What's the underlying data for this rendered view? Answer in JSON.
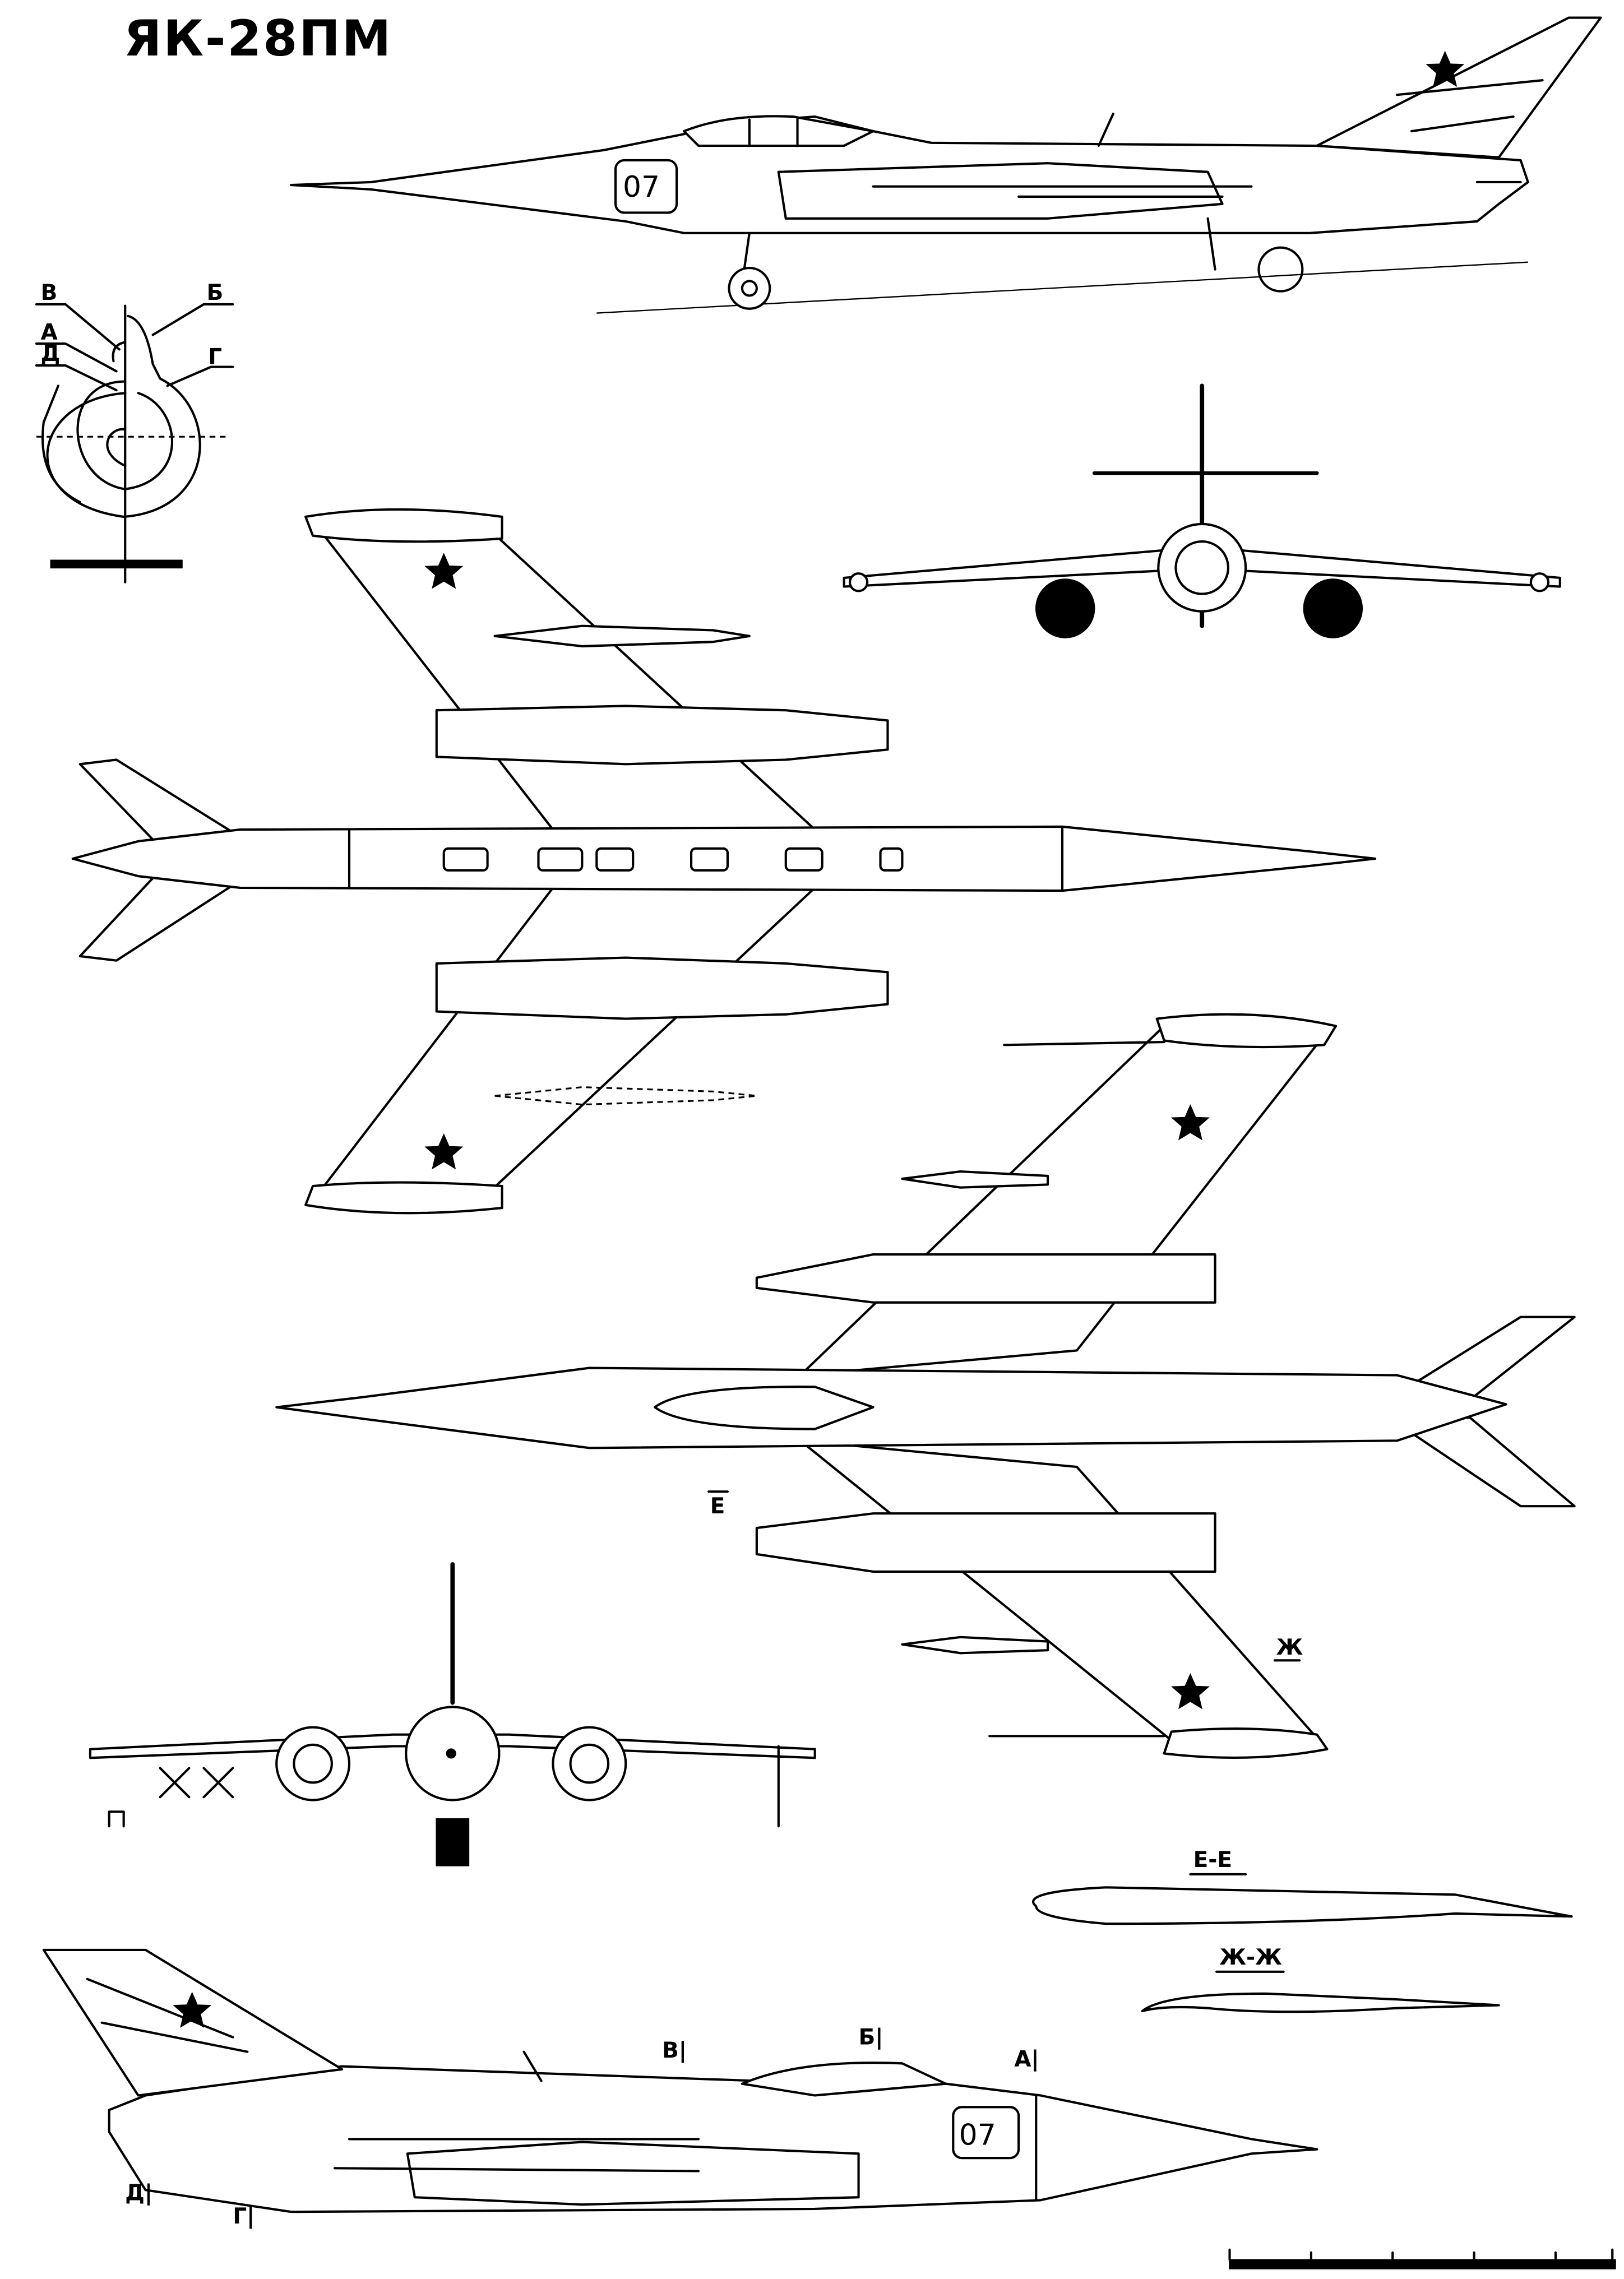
{
  "title": "ЯК-28ПМ",
  "aircraft_number": "07",
  "cross_section_labels": {
    "v": "В",
    "b": "Б",
    "a": "А",
    "d": "Д",
    "g": "Г"
  },
  "side_view_station_labels": {
    "v": "В|",
    "b": "Б|",
    "a": "А|",
    "d": "Д|",
    "g": "Г|"
  },
  "plan_view_section_marks": {
    "e": "Е",
    "zh": "Ж"
  },
  "airfoil_sections": [
    {
      "label": "Е-Е"
    },
    {
      "label": "Ж-Ж"
    }
  ],
  "colors": {
    "ink": "#000000",
    "paper": "#ffffff"
  }
}
